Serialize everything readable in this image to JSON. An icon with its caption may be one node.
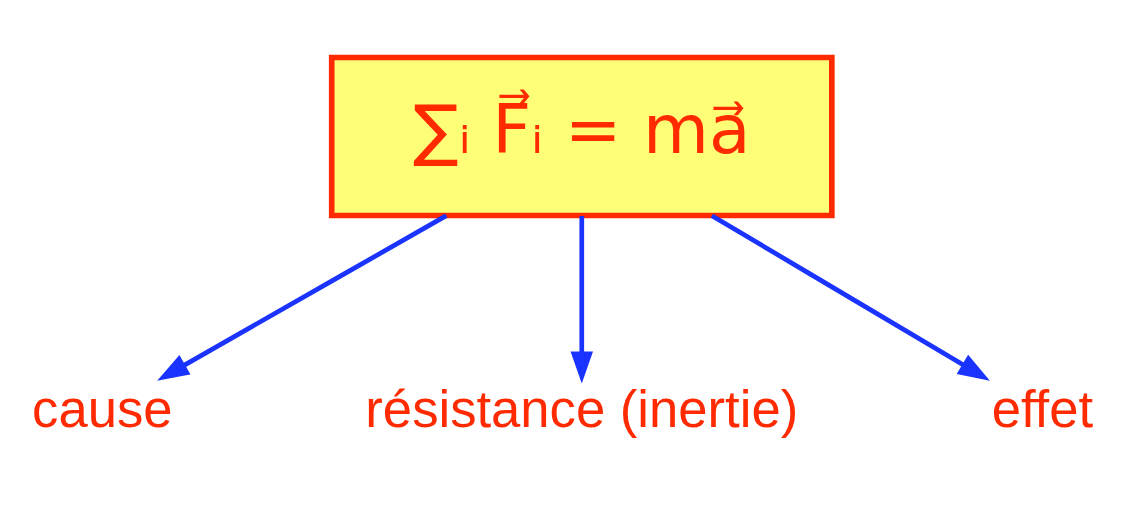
{
  "diagram": {
    "nodes": [
      {
        "text": [
          "∑ᵢ F⃗ᵢ = ma⃗"
        ]
      },
      {
        "text": [
          "cause"
        ]
      },
      {
        "text": [
          "résistance (inertie)"
        ]
      },
      {
        "text": [
          "effet"
        ]
      }
    ],
    "edges": [
      {
        "from": 0,
        "to": 1,
        "arrow": "to"
      },
      {
        "from": 0,
        "to": 2,
        "arrow": "to"
      },
      {
        "from": 0,
        "to": 3,
        "arrow": "to"
      }
    ]
  }
}
